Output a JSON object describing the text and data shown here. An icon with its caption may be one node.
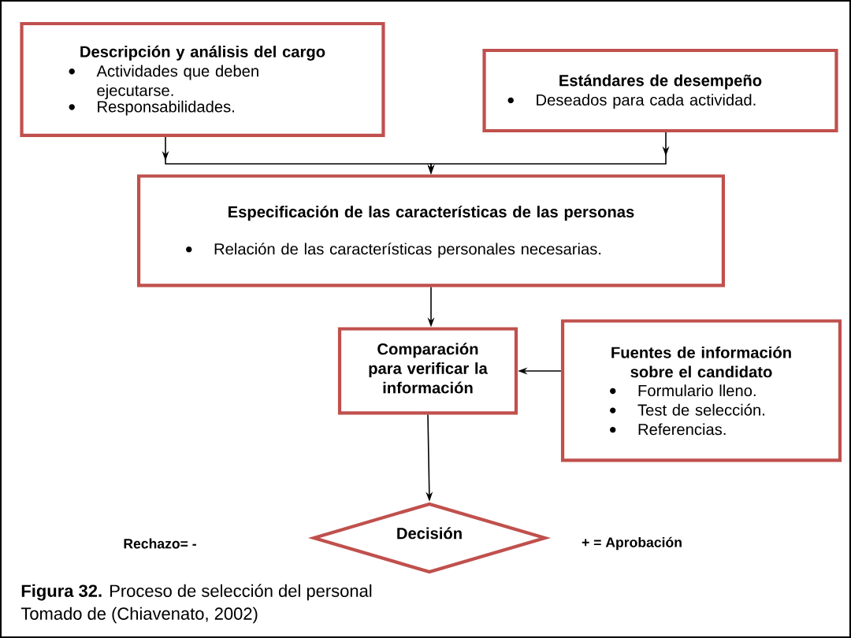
{
  "diagram": {
    "caption": "**Figura 32.** Proceso de selección del personal",
    "nodes": [
      {
        "text": [
          "Descripción y análisis del cargo",
          "Actividades que deben ejecutarse.",
          "Responsabilidades."
        ]
      },
      {
        "text": [
          "Estándares de desempeño",
          "Deseados para cada actividad."
        ]
      },
      {
        "text": [
          "Especificación de las características de las personas",
          "Relación de las características personales necesarias."
        ]
      },
      {
        "text": [
          "Comparación para verificar la información"
        ]
      },
      {
        "text": [
          "Fuentes de información sobre el candidato",
          "Formulario lleno.",
          "Test de selección.",
          "Referencias."
        ]
      },
      {
        "text": [
          "Decisión"
        ]
      }
    ],
    "edges": [
      {
        "from": 0,
        "to": 2,
        "arrow": "to"
      },
      {
        "from": 1,
        "to": 2,
        "arrow": "to"
      },
      {
        "from": 2,
        "to": 3,
        "arrow": "to"
      },
      {
        "from": 4,
        "to": 3,
        "arrow": "to"
      },
      {
        "from": 3,
        "to": 5,
        "arrow": "to"
      }
    ],
    "labels": [
      "Rechazo= -",
      "+ = Aprobación",
      "Tomado de (Chiavenato, 2002)"
    ]
  }
}
